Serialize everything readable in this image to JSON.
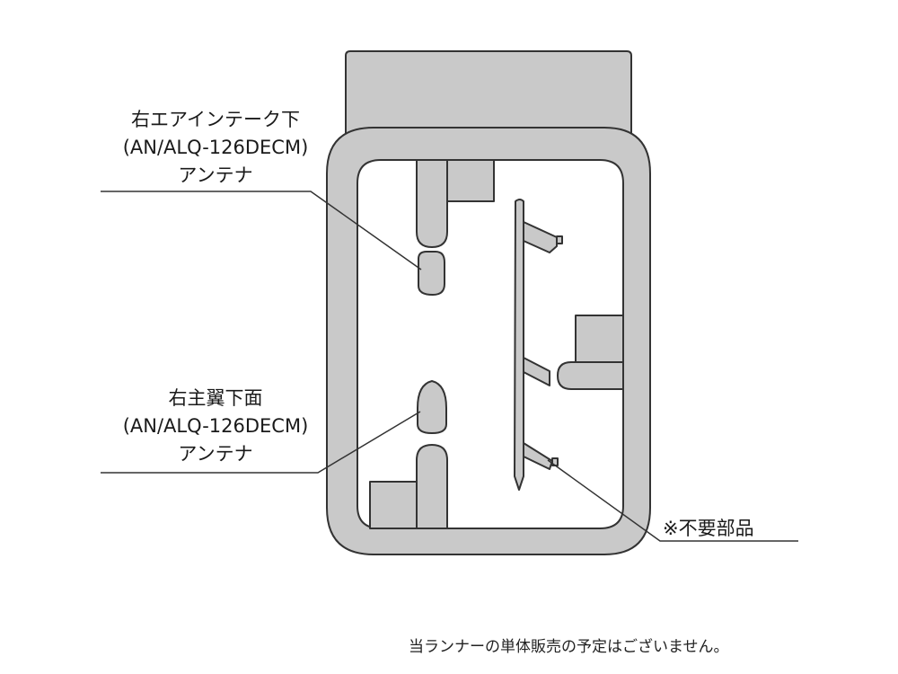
{
  "callouts": {
    "intake_antenna": {
      "line1": "右エアインテーク下",
      "line2": "(AN/ALQ-126DECM)",
      "line3": "アンテナ"
    },
    "wing_antenna": {
      "line1": "右主翼下面",
      "line2": "(AN/ALQ-126DECM)",
      "line3": "アンテナ"
    },
    "unneeded_parts": "※不要部品"
  },
  "footnote": "当ランナーの単体販売の予定はございません。",
  "colors": {
    "runner_fill": "#c9c9c9",
    "runner_stroke": "#333333",
    "leader_line": "#333333",
    "background": "#ffffff"
  }
}
